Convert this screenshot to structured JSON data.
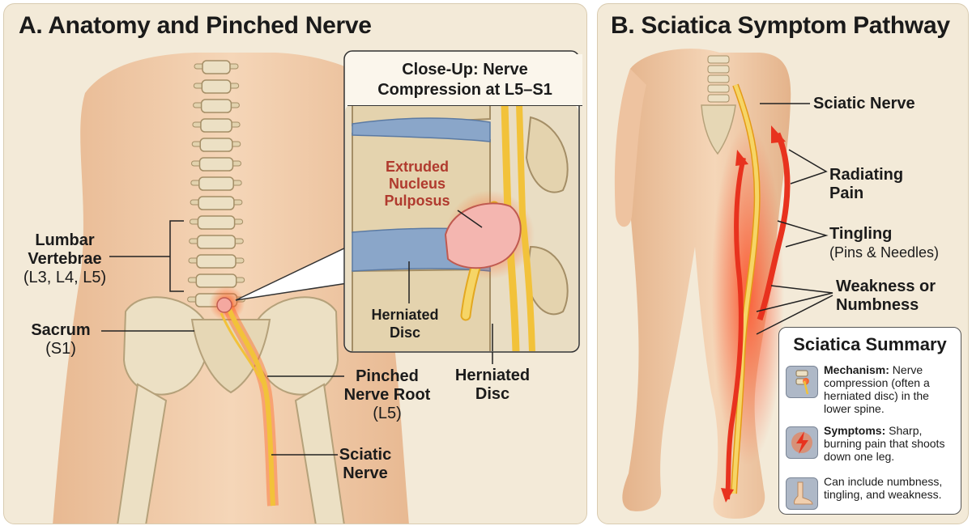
{
  "panel_a": {
    "title": "A. Anatomy and Pinched Nerve",
    "closeup_title_line1": "Close-Up: Nerve",
    "closeup_title_line2": "Compression at L5–S1",
    "labels": {
      "lumbar_line1": "Lumbar",
      "lumbar_line2": "Vertebrae",
      "lumbar_line3": "(L3, L4, L5)",
      "sacrum_line1": "Sacrum",
      "sacrum_line2": "(S1)",
      "pinched_line1": "Pinched",
      "pinched_line2": "Nerve Root",
      "pinched_line3": "(L5)",
      "sciatic_line1": "Sciatic",
      "sciatic_line2": "Nerve",
      "extruded_line1": "Extruded",
      "extruded_line2": "Nucleus",
      "extruded_line3": "Pulposus",
      "herniated_inner_line1": "Herniated",
      "herniated_inner_line2": "Disc",
      "herniated_outer_line1": "Herniated",
      "herniated_outer_line2": "Disc"
    }
  },
  "panel_b": {
    "title": "B. Sciatica Symptom Pathway",
    "labels": {
      "sciatic_nerve": "Sciatic Nerve",
      "radiating_line1": "Radiating",
      "radiating_line2": "Pain",
      "tingling_line1": "Tingling",
      "tingling_line2": "(Pins & Needles)",
      "weakness_line1": "Weakness or",
      "weakness_line2": "Numbness"
    },
    "summary": {
      "title": "Sciatica Summary",
      "items": [
        {
          "icon": "spine-nerve-icon",
          "bold": "Mechanism:",
          "text": " Nerve compression (often a herniated disc) in the lower spine."
        },
        {
          "icon": "lightning-pain-icon",
          "bold": "Symptoms:",
          "text": " Sharp, burning pain that shoots down one leg."
        },
        {
          "icon": "foot-icon",
          "bold": "",
          "text": "Can include numbness, tingling, and weakness."
        }
      ]
    }
  },
  "colors": {
    "panel_bg": "#f3ead8",
    "skin": "#f1cfae",
    "bone": "#ece0c4",
    "nerve": "#f2c23a",
    "pain_red": "#e8321e",
    "disc_blue": "#8aa6c9",
    "extruded_label": "#b03a2e"
  }
}
